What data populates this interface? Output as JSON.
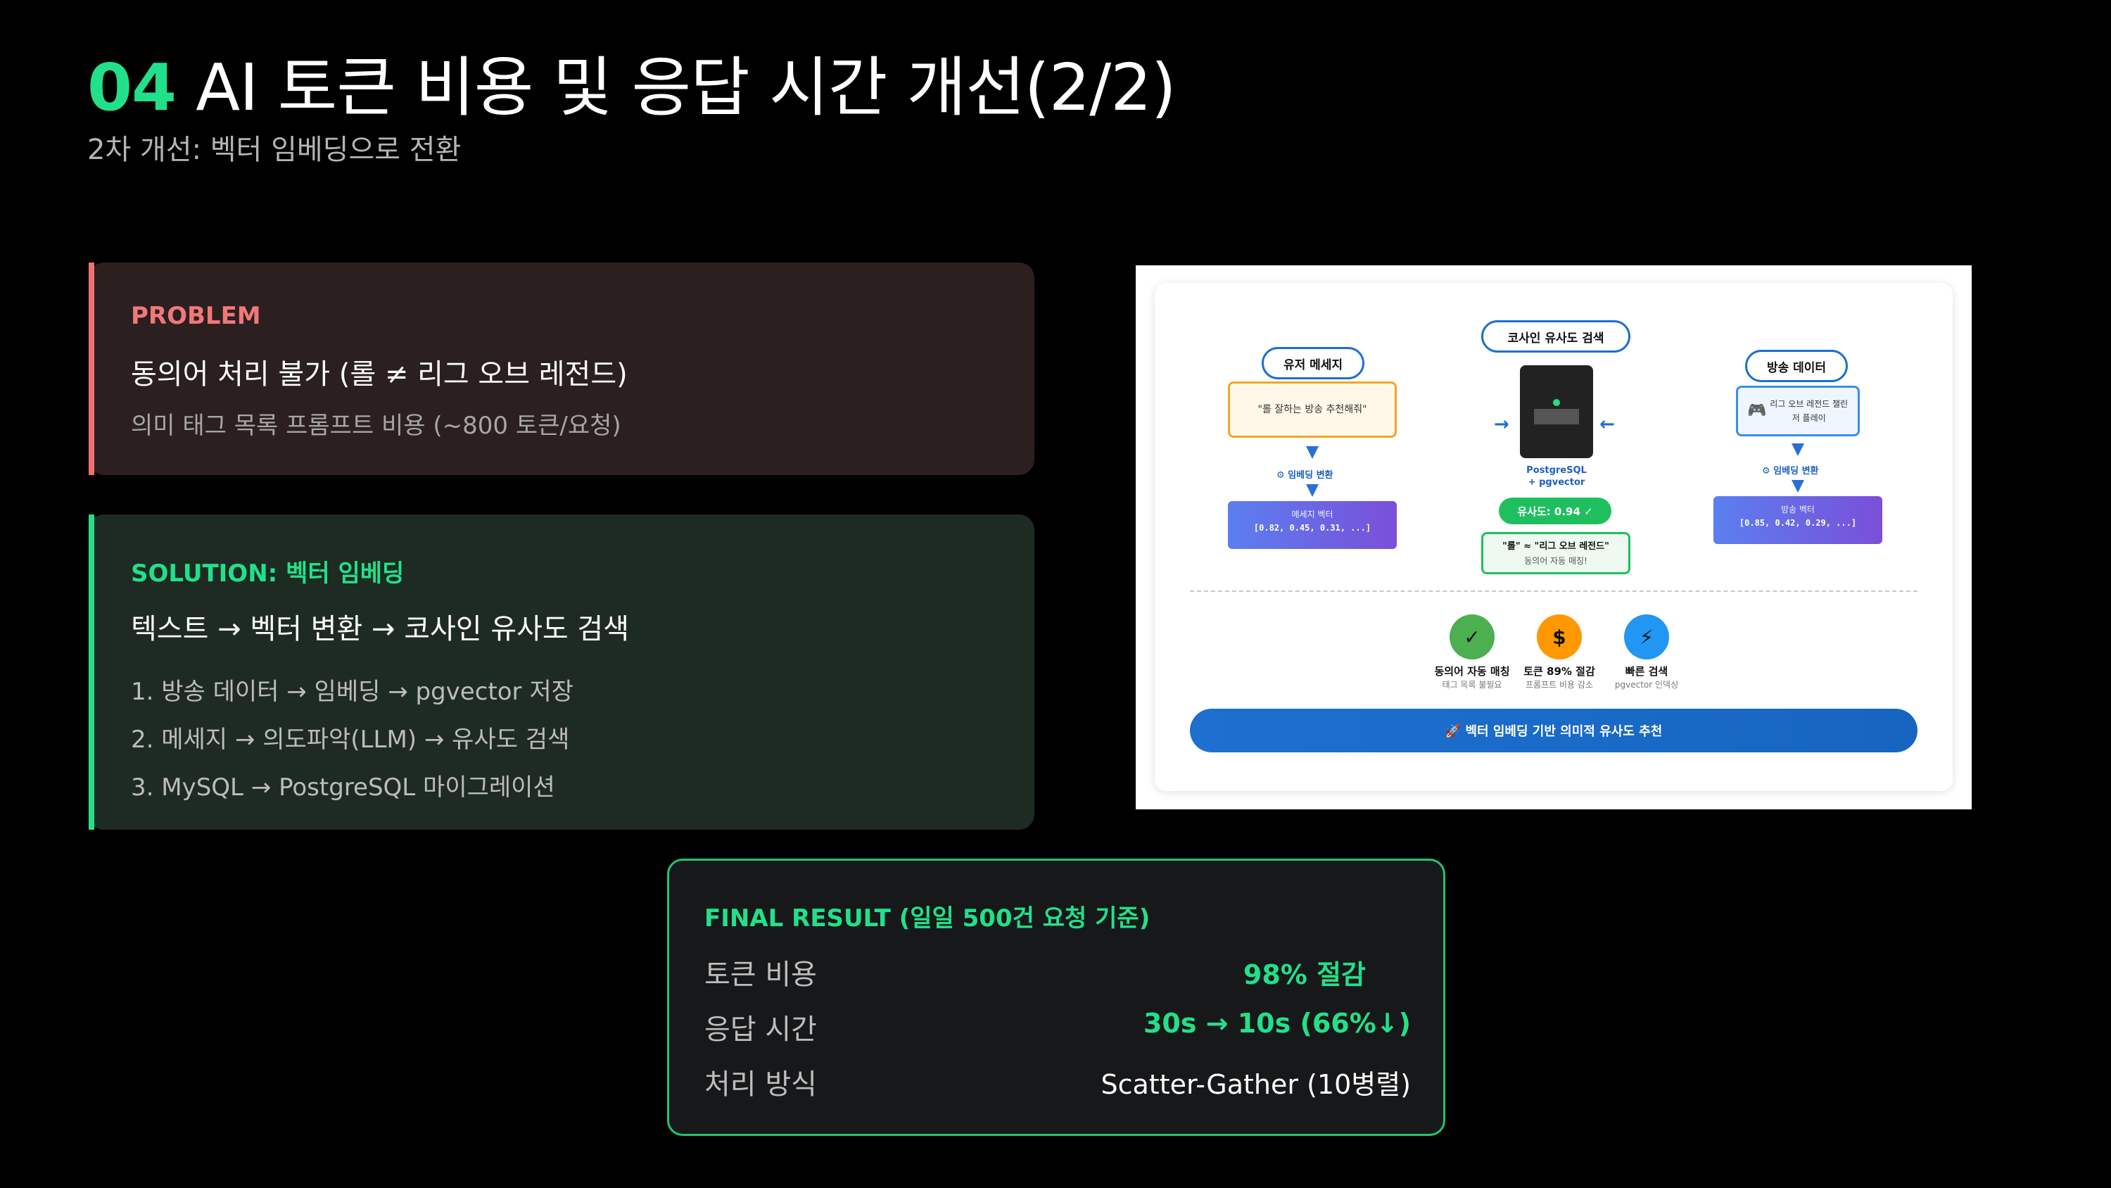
{
  "header": {
    "number": "04",
    "title": "AI 토큰 비용 및 응답 시간 개선(2/2)",
    "subtitle": "2차 개선: 벡터 임베딩으로 전환"
  },
  "problem": {
    "label": "PROBLEM",
    "headline": "동의어 처리 불가 (롤 ≠ 리그 오브 레전드)",
    "detail": "의미 태그 목록 프롬프트 비용 (~800 토큰/요청)"
  },
  "solution": {
    "label": "SOLUTION: 벡터 임베딩",
    "headline": "텍스트 → 벡터 변환 → 코사인 유사도 검색",
    "steps": [
      "1. 방송 데이터 → 임베딩 → pgvector 저장",
      "2. 메세지 → 의도파악(LLM) → 유사도 검색",
      "3. MySQL → PostgreSQL 마이그레이션"
    ]
  },
  "diagram": {
    "user_pill": "유저 메세지",
    "user_message": "\"롤 잘하는 방송 추천해줘\"",
    "user_embed": "⚙ 임베딩 변환",
    "user_vector_label": "메세지 벡터",
    "user_vector": "[0.82, 0.45, 0.31, ...]",
    "center_pill": "코사인 유사도 검색",
    "db_name": "PostgreSQL",
    "db_ext": "+ pgvector",
    "similarity": "유사도: 0.94 ✓",
    "match_line1": "\"롤\" ≈ \"리그 오브 레전드\"",
    "match_line2": "동의어 자동 매칭!",
    "data_pill": "방송 데이터",
    "data_text": "리그 오브 레전드 챌린저 플레이",
    "data_embed": "⚙ 임베딩 변환",
    "data_vector_label": "방송 벡터",
    "data_vector": "[0.85, 0.42, 0.29, ...]",
    "features": [
      {
        "icon": "✓",
        "title": "동의어 자동 매칭",
        "sub": "태그 목록 불필요",
        "color": "#4caf50"
      },
      {
        "icon": "$",
        "title": "토큰 89% 절감",
        "sub": "프롬프트 비용 감소",
        "color": "#ff9800"
      },
      {
        "icon": "⚡",
        "title": "빠른 검색",
        "sub": "pgvector 인덱싱",
        "color": "#2196f3"
      }
    ],
    "banner": "🚀 벡터 임베딩 기반 의미적 유사도 추천"
  },
  "result": {
    "label": "FINAL RESULT (일일 500건 요청 기준)",
    "rows": [
      {
        "key": "토큰 비용",
        "value": "98% 절감"
      },
      {
        "key": "응답 시간",
        "value": "30s → 10s (66%↓)"
      },
      {
        "key": "처리 방식",
        "value": "Scatter-Gather (10병렬)"
      }
    ]
  },
  "colors": {
    "accent_green": "#22e08a",
    "problem_red": "#f07070",
    "background": "#000000"
  }
}
